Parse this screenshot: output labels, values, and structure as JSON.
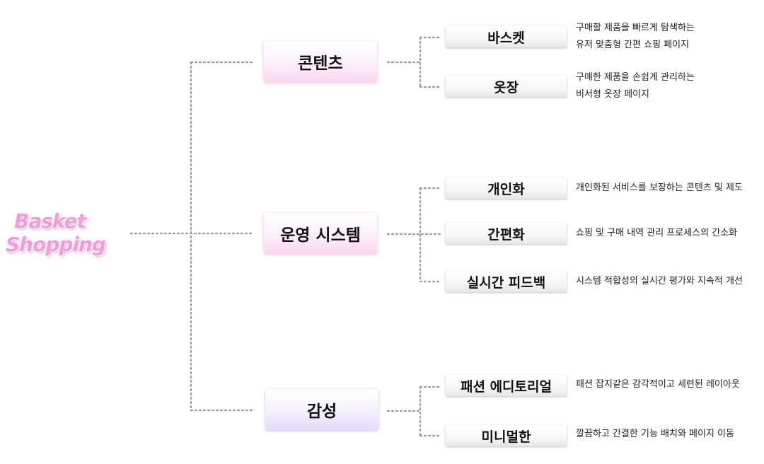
{
  "logo": {
    "line1": "Basket",
    "line2": "Shopping"
  },
  "categories": [
    {
      "label": "콘텐츠",
      "items": [
        {
          "label": "바스켓",
          "desc": [
            "구매할 제품을 빠르게 탐색하는",
            "유저 맞춤형 간편 쇼핑 페이지"
          ]
        },
        {
          "label": "옷장",
          "desc": [
            "구매한 제품을 손쉽게 관리하는",
            "비서형 옷장 페이지"
          ]
        }
      ]
    },
    {
      "label": "운영 시스템",
      "items": [
        {
          "label": "개인화",
          "desc": [
            "개인화된 서비스를 보장하는 콘텐츠 및 제도"
          ]
        },
        {
          "label": "간편화",
          "desc": [
            "쇼핑 및 구매 내역 관리 프로세스의 간소화"
          ]
        },
        {
          "label": "실시간 피드백",
          "desc": [
            "시스템 적합성의 실시간 평가와 지속적 개선"
          ]
        }
      ]
    },
    {
      "label": "감성",
      "items": [
        {
          "label": "패션 에디토리얼",
          "desc": [
            "패션 잡지같은 감각적이고 세련된 레이아웃"
          ]
        },
        {
          "label": "미니멀한",
          "desc": [
            "깔끔하고 간결한 기능 배치와 페이지 이동"
          ]
        }
      ]
    }
  ],
  "colors": {
    "connector": "#9a9a9a",
    "pink_accent": "#fbd6f1",
    "purple_accent": "#e4dbfb",
    "logo": "#f39bd8"
  }
}
